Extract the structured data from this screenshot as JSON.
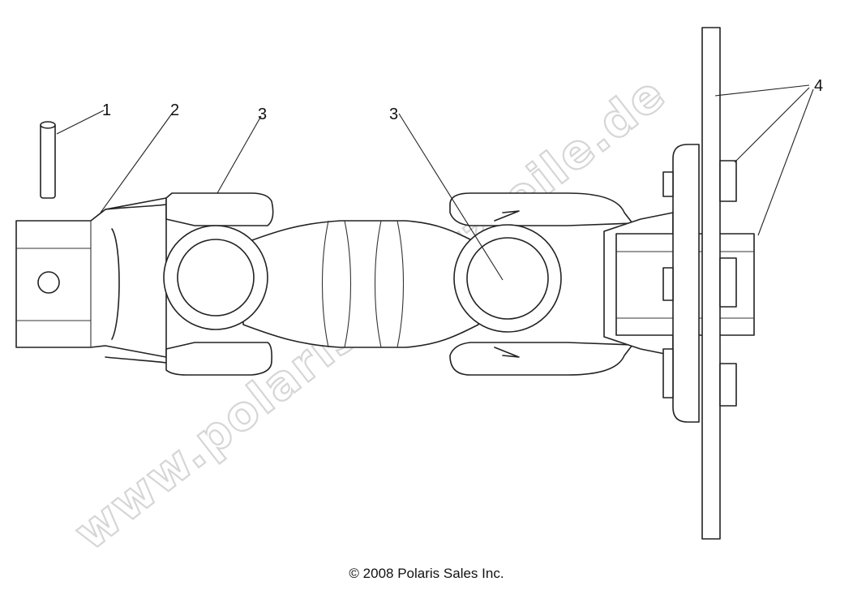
{
  "diagram": {
    "callouts": [
      {
        "id": "1",
        "label": "1"
      },
      {
        "id": "2",
        "label": "2"
      },
      {
        "id": "3a",
        "label": "3"
      },
      {
        "id": "3b",
        "label": "3"
      },
      {
        "id": "4",
        "label": "4"
      }
    ],
    "watermark": "www.polarisersatzteile.de",
    "copyright": "© 2008 Polaris Sales Inc."
  }
}
